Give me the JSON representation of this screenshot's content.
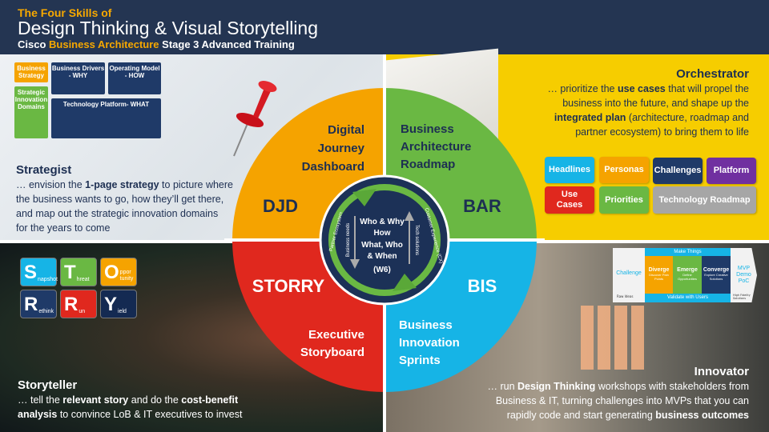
{
  "header": {
    "kicker": "The Four Skills of",
    "title": "Design Thinking & Visual Storytelling",
    "subtitle_pre": "Cisco ",
    "subtitle_hl": "Business Architecture",
    "subtitle_post": " Stage 3 Advanced Training"
  },
  "colors": {
    "navy": "#243552",
    "orange": "#f5a300",
    "green": "#6ab843",
    "red": "#e0281e",
    "cyan": "#16b4e6",
    "yellow": "#f6cd00"
  },
  "mini_diagram": {
    "business_strategy": "Business Strategy",
    "business_drivers": "Business Drivers - WHY",
    "operating_model": "Operating Model - HOW",
    "innovation_domains": "Strategic Innovation Domains",
    "technology_platform": "Technology Platform- WHAT"
  },
  "strategist": {
    "title": "Strategist",
    "l1a": "… envision the ",
    "l1b": "1-page strategy",
    "l1c": " to picture where",
    "l2": "the business wants to go, how they’ll get there,",
    "l3": "and map out the strategic innovation domains",
    "l4": "for the years to come"
  },
  "orchestrator": {
    "title": "Orchestrator",
    "l1a": "… prioritize the ",
    "l1b": "use cases",
    "l1c": " that will propel the",
    "l2": "business into the future, and shape up the",
    "l3a": "integrated plan",
    "l3b": " (architecture, roadmap and",
    "l4": "partner ecosystem) to bring them to life"
  },
  "tags": [
    "Headlines",
    "Personas",
    "Challenges",
    "Platform",
    "Use Cases",
    "Priorities",
    "Technology Roadmap"
  ],
  "storyteller": {
    "title": "Storyteller",
    "l1a": "… tell the ",
    "l1b": "relevant story",
    "l1c": " and do the ",
    "l1d": "cost-benefit",
    "l2a": "analysis",
    "l2b": " to convince LoB & IT executives to invest"
  },
  "story_tiles": [
    {
      "letter": "S",
      "rest": "napshot"
    },
    {
      "letter": "T",
      "rest": "hreat"
    },
    {
      "letter": "O",
      "rest": "ppor tunity"
    },
    {
      "letter": "R",
      "rest": "ethink"
    },
    {
      "letter": "R",
      "rest": "un"
    },
    {
      "letter": "Y",
      "rest": "ield"
    }
  ],
  "innovator": {
    "title": "Innovator",
    "l1a": "… run ",
    "l1b": "Design Thinking",
    "l1c": " workshops with stakeholders from",
    "l2": "Business & IT, turning challenges into MVPs that you can",
    "l3a": "rapidly code and start generating ",
    "l3b": "business outcomes"
  },
  "design_thinking": {
    "challenge": "Challenge",
    "make_things": "Make Things",
    "diverge": "Diverge",
    "diverge_sub": "Discover Pain Points",
    "emerge": "Emerge",
    "emerge_sub": "Define Opportunities",
    "converge": "Converge",
    "converge_sub": "Explore Creative Solutions",
    "validate": "Validate with Users",
    "mvp": "MVP Demo PoC",
    "raw_ideas": "Raw Ideas",
    "high_fidelity": "High Fidelity Solutions"
  },
  "wheel": {
    "djd_title": [
      "Digital",
      "Journey",
      "Dashboard"
    ],
    "djd": "DJD",
    "bar_title": [
      "Business",
      "Architecture",
      "Roadmap"
    ],
    "bar": "BAR",
    "storry": "STORRY",
    "storry_title": [
      "Executive",
      "Storyboard"
    ],
    "bis": "BIS",
    "bis_title": [
      "Business",
      "Innovation",
      "Sprints"
    ],
    "center": [
      "Who & Why",
      "How",
      "What, Who",
      "& When",
      "(W6)"
    ],
    "business_needs": "Business needs",
    "tech_solutions": "Tech solutions",
    "partner_ecosystem": "Partner Ecosystem",
    "customer_experience": "Customer Experience (CX)"
  }
}
